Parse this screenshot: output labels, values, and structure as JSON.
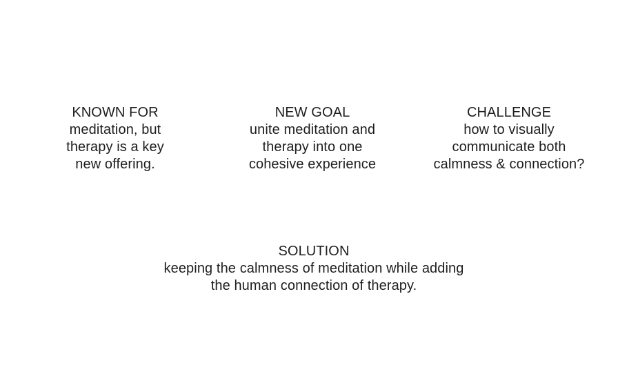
{
  "page": {
    "background_color": "#ffffff",
    "text_color": "#1d1d1d"
  },
  "columns": [
    {
      "heading": "KNOWN FOR",
      "lines": [
        "meditation, but",
        "therapy is a key",
        "new offering."
      ]
    },
    {
      "heading": "NEW GOAL",
      "lines": [
        "unite meditation and",
        "therapy into one",
        "cohesive experience"
      ]
    },
    {
      "heading": "CHALLENGE",
      "lines": [
        "how to visually",
        "communicate both",
        "calmness & connection?"
      ]
    }
  ],
  "solution": {
    "heading": "SOLUTION",
    "lines": [
      "keeping the calmness of meditation while adding",
      "the human connection of therapy."
    ]
  }
}
